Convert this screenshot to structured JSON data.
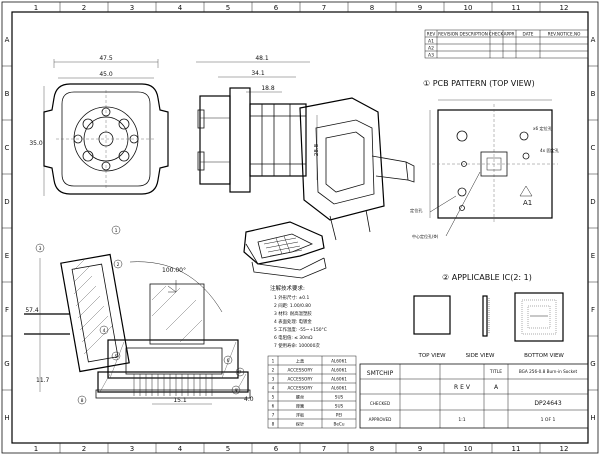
{
  "border": {
    "col_numbers": [
      "1",
      "2",
      "3",
      "4",
      "5",
      "6",
      "7",
      "8",
      "9",
      "10",
      "11",
      "12"
    ],
    "row_letters": [
      "A",
      "B",
      "C",
      "D",
      "E",
      "F",
      "G",
      "H"
    ]
  },
  "revision": {
    "headers": [
      "REV",
      "REVISION DESCRIPTION",
      "CHECK",
      "APPR",
      "DATE",
      "REV.NOTICE.NO"
    ],
    "rows": [
      "A1",
      "A2",
      "A3"
    ]
  },
  "front_view": {
    "dims": {
      "w1": "47.5",
      "w2": "45.0",
      "h1": "35.0"
    }
  },
  "side_view": {
    "dims": {
      "d1": "48.1",
      "d2": "34.1",
      "d3": "18.8",
      "d4": "28.8"
    }
  },
  "pcb": {
    "title": "① PCB PATTERN (TOP VIEW)",
    "labels": [
      "x6 定位孔",
      "4x 固定孔",
      "定位孔",
      "中心定位孔(Φ)"
    ],
    "marker": "A1"
  },
  "ic": {
    "title": "② APPLICABLE IC(2: 1)",
    "views": [
      "TOP VIEW",
      "SIDE VIEW",
      "BOTTOM VIEW"
    ]
  },
  "section": {
    "angle": "100.00°",
    "dims": {
      "d1": "57.4",
      "d2": "11.7",
      "d3": "15.1",
      "d4": "4.0"
    },
    "balloons": [
      "1",
      "2",
      "3",
      "4",
      "5",
      "6",
      "7",
      "8",
      "9"
    ]
  },
  "notes": {
    "title": "注解技术要求:",
    "items": [
      "1 外形尺寸: ±0.1",
      "2 间距: 1.00/0.80",
      "3 材料: 耐高温塑胶",
      "4 表面处理: 电镀金",
      "5 工作温度: -55~+150°C",
      "6 电阻值: ≤ 30mΩ",
      "7 使用寿命: 100000次"
    ]
  },
  "bom": {
    "rows": [
      {
        "no": "1",
        "name": "上盖",
        "mat": "AL6061"
      },
      {
        "no": "2",
        "name": "ACCESSORY",
        "mat": "AL6061"
      },
      {
        "no": "3",
        "name": "ACCESSORY",
        "mat": "AL6061"
      },
      {
        "no": "4",
        "name": "ACCESSORY",
        "mat": "AL6061"
      },
      {
        "no": "5",
        "name": "螺丝",
        "mat": "SUS"
      },
      {
        "no": "6",
        "name": "弹簧",
        "mat": "SUS"
      },
      {
        "no": "7",
        "name": "浮板",
        "mat": "PEI"
      },
      {
        "no": "8",
        "name": "探针",
        "mat": "BeCu"
      }
    ]
  },
  "titleblock": {
    "company": "SMTCHIP",
    "title_label": "TITLE",
    "title": "BGA 256-0.8 Burn-in Socket",
    "rev_label": "R E V",
    "rev": "A",
    "dwg_no": "DP24643",
    "scale": "1:1",
    "sheet": "1 OF 1",
    "checked": "CHECKED",
    "approved": "APPROVED"
  }
}
